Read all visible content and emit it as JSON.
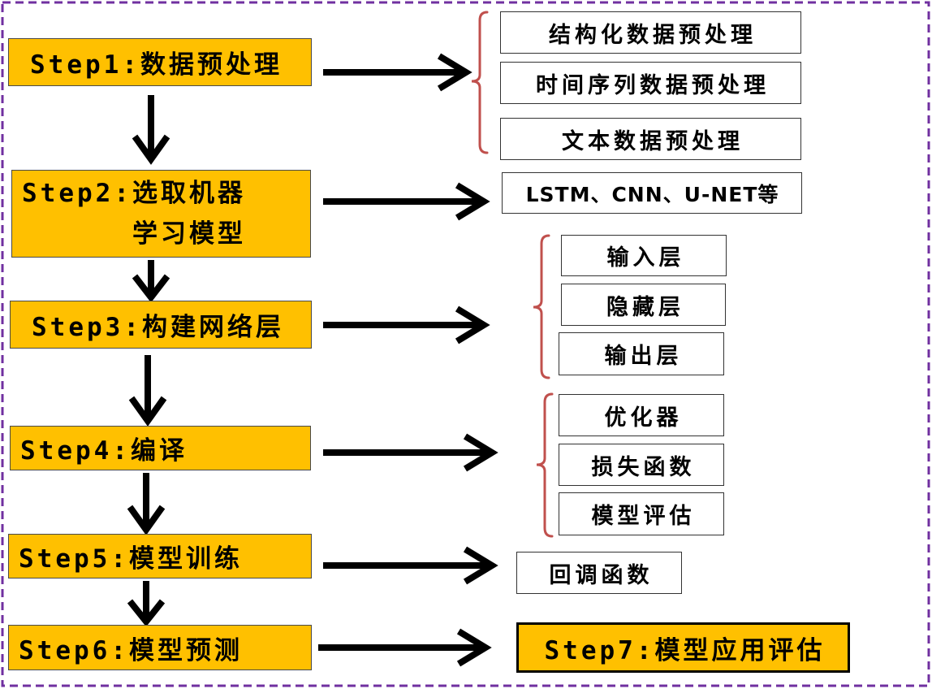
{
  "flow": {
    "step1": "Step1:数据预处理",
    "step2": {
      "line1": "Step2:选取机器",
      "line2": "学习模型"
    },
    "step3": "Step3:构建网络层",
    "step4": "Step4:编译",
    "step5": "Step5:模型训练",
    "step6": "Step6:模型预测",
    "step7": "Step7:模型应用评估"
  },
  "step1_outputs": [
    "结构化数据预处理",
    "时间序列数据预处理",
    "文本数据预处理"
  ],
  "step2_outputs": [
    "LSTM、CNN、U-NET等"
  ],
  "step3_outputs": [
    "输入层",
    "隐藏层",
    "输出层"
  ],
  "step4_outputs": [
    "优化器",
    "损失函数",
    "模型评估"
  ],
  "step5_outputs": [
    "回调函数"
  ],
  "colors": {
    "step_fill": "#FFC000",
    "final_fill": "#FFC000",
    "page_border": "#7030A0",
    "brace": "#C0504D",
    "arrow": "#000000",
    "detail_fill": "#FFFFFF"
  }
}
